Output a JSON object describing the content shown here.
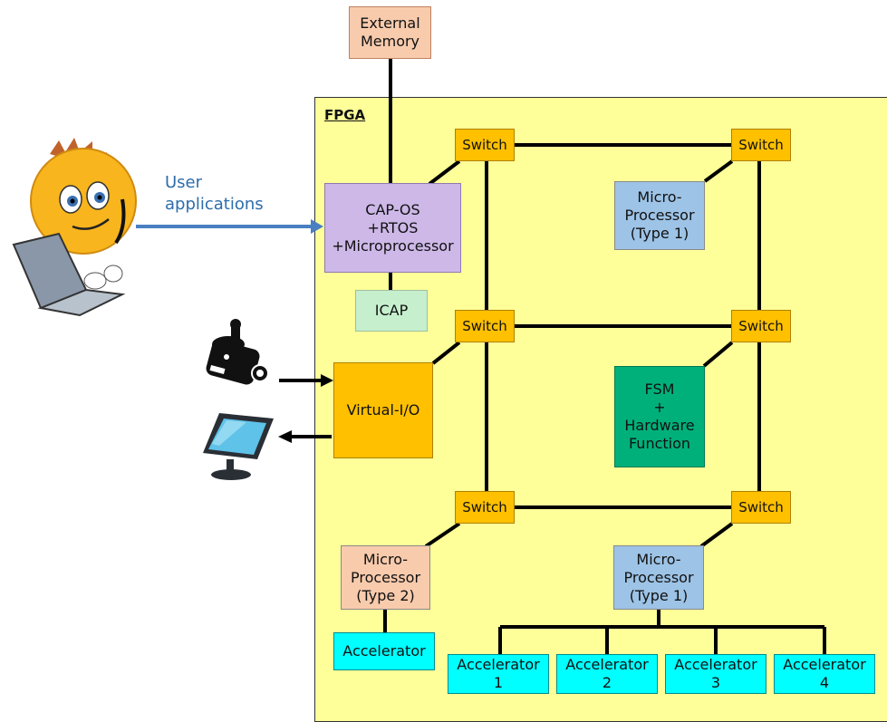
{
  "fpga_label": "FPGA",
  "external_memory": "External\nMemory",
  "user_apps": "User\napplications",
  "cap_os": "CAP-OS\n+RTOS\n+Microprocessor",
  "icap": "ICAP",
  "virtual_io": "Virtual-I/O",
  "switches": [
    "Switch",
    "Switch",
    "Switch",
    "Switch",
    "Switch",
    "Switch"
  ],
  "micro_top": "Micro-\nProcessor\n(Type 1)",
  "fsm": "FSM\n+\nHardware\nFunction",
  "micro_type2": "Micro-\nProcessor\n(Type 2)",
  "micro_bottom": "Micro-\nProcessor\n(Type 1)",
  "accelerator_single": "Accelerator",
  "accelerators": [
    "Accelerator\n1",
    "Accelerator\n2",
    "Accelerator\n3",
    "Accelerator\n4"
  ],
  "icons": [
    "user-laptop-icon",
    "camera-icon",
    "monitor-icon"
  ]
}
